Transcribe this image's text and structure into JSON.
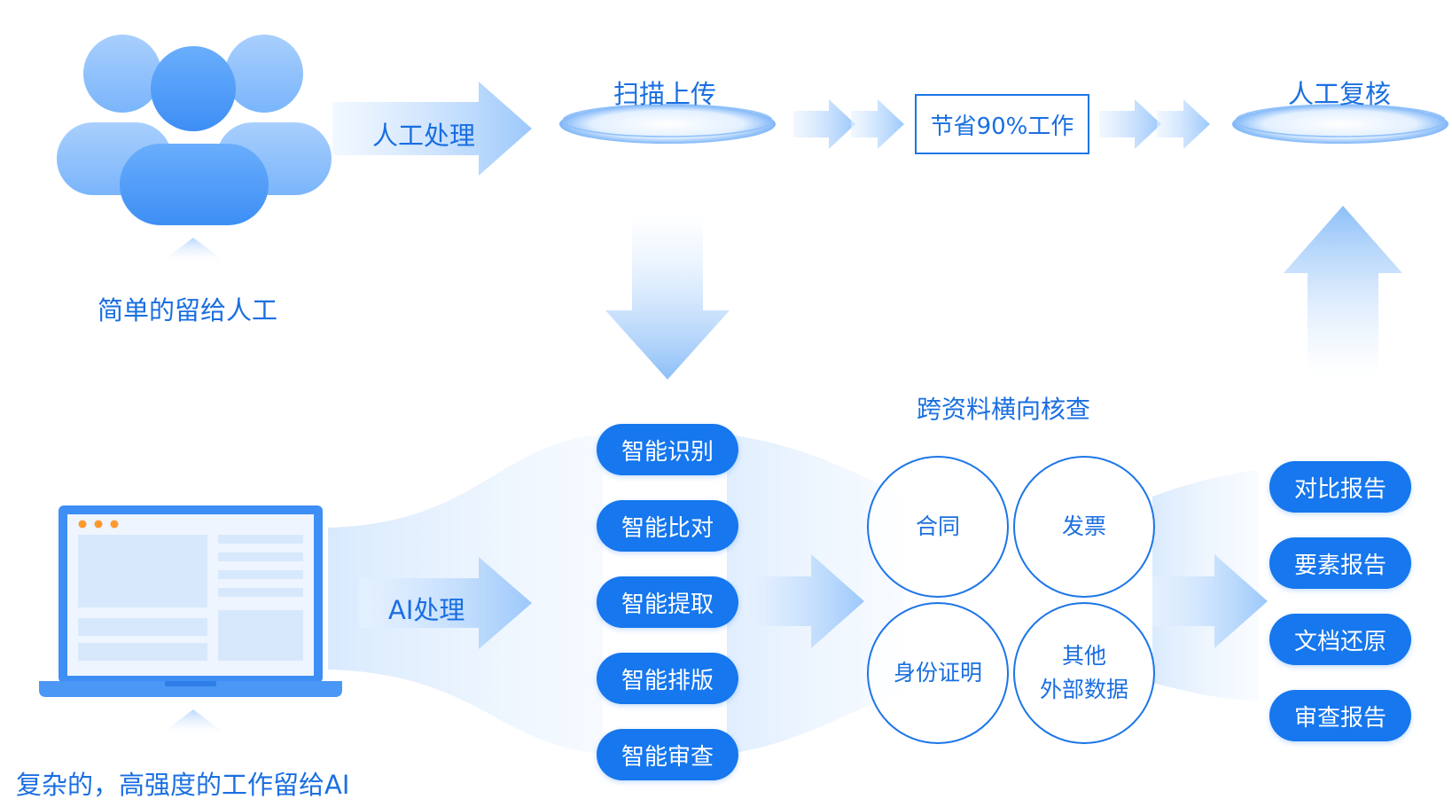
{
  "top_flow": {
    "manual_label": "人工处理",
    "scan_upload": "扫描上传",
    "savings_box": "节省90%工作",
    "manual_review": "人工复核"
  },
  "left": {
    "people_caption": "简单的留给人工",
    "laptop_caption": "复杂的，高强度的工作留给AI",
    "ai_label": "AI处理"
  },
  "ai_functions": [
    "智能识别",
    "智能比对",
    "智能提取",
    "智能排版",
    "智能审查"
  ],
  "cross_check": {
    "title": "跨资料横向核查",
    "items": [
      "合同",
      "发票",
      "身份证明",
      "其他",
      "外部数据"
    ]
  },
  "reports": [
    "对比报告",
    "要素报告",
    "文档还原",
    "审查报告"
  ],
  "colors": {
    "primary": "#1677ee",
    "text_blue": "#1a6fe0",
    "light_blue": "#d6e8fd"
  }
}
